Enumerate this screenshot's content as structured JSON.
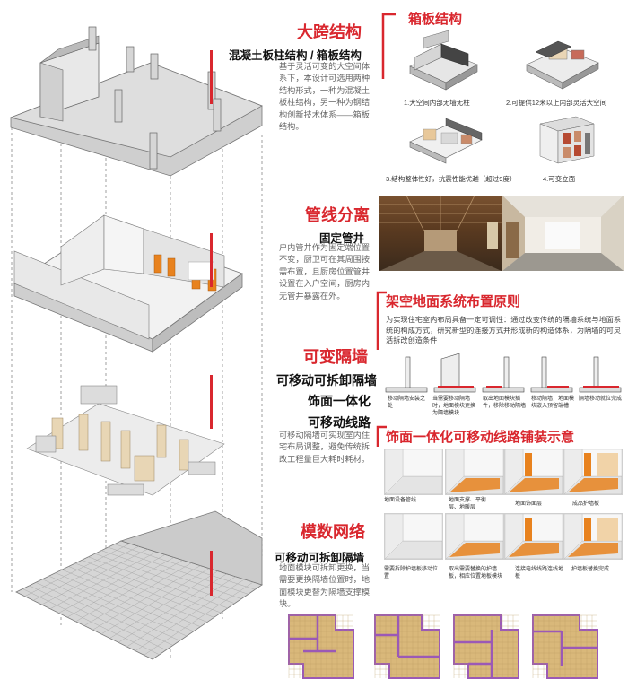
{
  "sections": {
    "span": {
      "title": "大跨结构",
      "subtitle": "混凝土板柱结构 / 箱板结构",
      "body": "基于灵活可变的大空间体系下，本设计可选用两种结构形式，一种为混凝土板柱结构，另一种为钢结构创新技术体系——箱板结构。"
    },
    "pipe": {
      "title": "管线分离",
      "subtitle": "固定管井",
      "body": "户内管井作为固定端位置不变，厨卫可在其周围按需布置，且厨房位置管井设置在入户空间，厨房内无管井暴露在外。"
    },
    "wall": {
      "title": "可变隔墙",
      "sub1": "可移动可拆卸隔墙",
      "sub2": "饰面一体化",
      "sub3": "可移动线路",
      "body": "可移动隔墙可实现室内住宅布局调整，避免传统拆改工程量巨大耗时耗材。"
    },
    "grid": {
      "title": "模数网络",
      "subtitle": "可移动可拆卸隔墙",
      "body": "地面模块可拆卸更换，当需要更换隔墙位置时，地面模块更替为隔墙支撑模块。"
    }
  },
  "boxslab": {
    "title": "箱板结构",
    "captions": [
      "1.大空间内部无墙无柱",
      "2.可提供12米以上内部灵活大空间",
      "3.结构整体性好，抗震性能优越（超过9度）",
      "4.可变立面"
    ]
  },
  "raised_floor": {
    "title": "架空地面系统布置原则",
    "body": "为实现住宅室内布局具备一定可调性：通过改变传统的隔墙系统与地面系统的构成方式，研究新型的连接方式并形成新的构造体系，为隔墙的可灵活拆改创造条件",
    "captions": [
      "移动隔墙安装之处",
      "当需要移动隔墙时，地面模块更换为隔墙模块",
      "取出地面模块插件，移除移动隔墙",
      "移动隔墙，地面模块嵌入预留端槽",
      "隔墙移动就位完成"
    ]
  },
  "finish": {
    "title": "饰面一体化可移动线路铺装示意",
    "steps_row1": [
      "地面设备管线",
      "地面支撑、平衡层、地暖层",
      "地面饰面层",
      "成品护墙板"
    ],
    "steps_row2": [
      "需要拆除护墙板移动位置",
      "取出需要替换的护墙板，相应位置地板模块",
      "连接电线线路连线地板",
      "护墙板替换完成"
    ]
  },
  "colors": {
    "accent": "#d9272e",
    "floorplan_purple": "#9b59b6",
    "floorplan_wood": "#d9b87a",
    "orange": "#e8821e"
  }
}
